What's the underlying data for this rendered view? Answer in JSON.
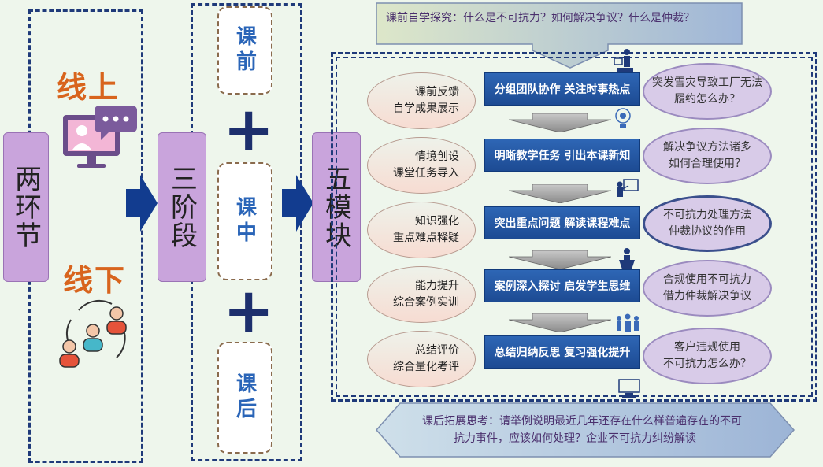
{
  "left": {
    "label": "两环节",
    "online": "线上",
    "offline": "线下"
  },
  "middle": {
    "label": "三阶段",
    "phases": [
      "课前",
      "课中",
      "课后"
    ],
    "plus": "+"
  },
  "modules_label": "五模块",
  "top_banner": "课前自学探究：什么是不可抗力？如何解决争议？什么是仲裁？",
  "bottom_banner": {
    "line1": "课后拓展思考：请举例说明最近几年还存在什么样普遍存在的不可",
    "line2": "抗力事件，应该如何处理？企业不可抗力纠纷解读"
  },
  "rows": [
    {
      "oval": [
        "课前反馈",
        "自学成果展示"
      ],
      "step": "分组团队协作  关注时事热点",
      "question": [
        "突发雪灾导致工厂无法",
        "履约怎么办？"
      ]
    },
    {
      "oval": [
        "情境创设",
        "课堂任务导入"
      ],
      "step": "明晰教学任务  引出本课新知",
      "question": [
        "解决争议方法诸多",
        "如何合理使用？"
      ]
    },
    {
      "oval": [
        "知识强化",
        "重点难点释疑"
      ],
      "step": "突出重点问题  解读课程难点",
      "question": [
        "不可抗力处理方法",
        "仲裁协议的作用"
      ]
    },
    {
      "oval": [
        "能力提升",
        "综合案例实训"
      ],
      "step": "案例深入探讨  启发学生思维",
      "question": [
        "合规使用不可抗力",
        "借力仲裁解决争议"
      ]
    },
    {
      "oval": [
        "总结评价",
        "综合量化考评"
      ],
      "step": "总结归纳反思  复习强化提升",
      "question": [
        "客户违规使用",
        "不可抗力怎么办？"
      ]
    }
  ],
  "colors": {
    "navy": "#1f3a7a",
    "purple": "#c9a4dc",
    "orange": "#d8641d",
    "step_blue": "#2a5fac",
    "question_lavender": "#d8cbe8"
  }
}
